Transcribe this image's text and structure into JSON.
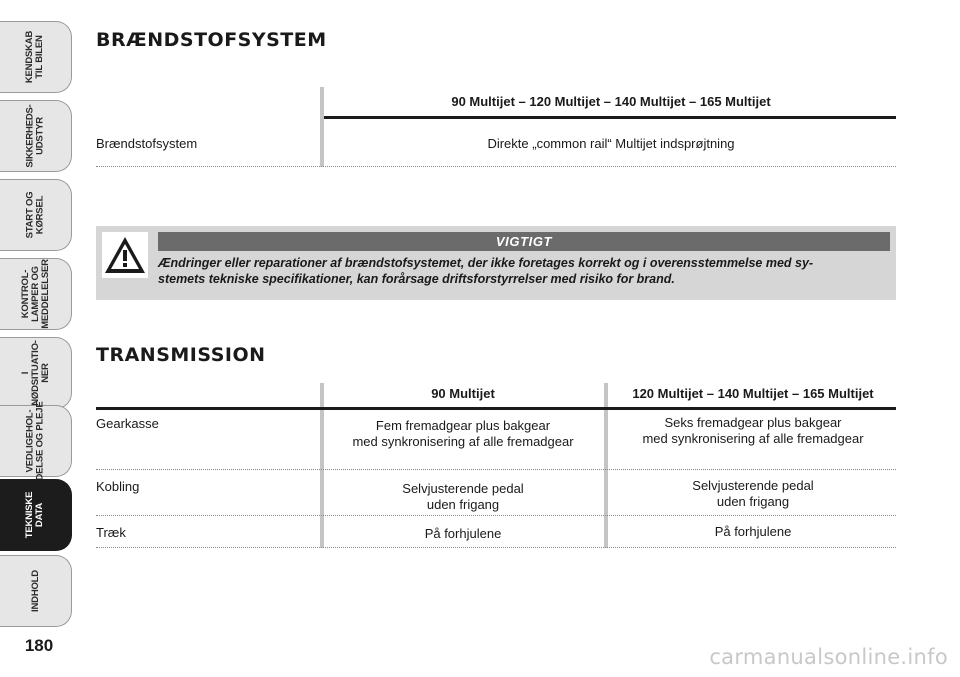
{
  "sidebar": {
    "tabs": [
      {
        "label": "KENDSKAB\nTIL BILEN",
        "active": false
      },
      {
        "label": "SIKKERHEDS-\nUDSTYR",
        "active": false
      },
      {
        "label": "START OG\nKØRSEL",
        "active": false
      },
      {
        "label": "KONTROL-\nLAMPER OG\nMEDDELELSER",
        "active": false
      },
      {
        "label": "I\nNØDSITUATIO-\nNER",
        "active": false
      },
      {
        "label": "VEDLIGEHOL-\nDELSE OG PLEJE",
        "active": false
      },
      {
        "label": "TEKNISKE\nDATA",
        "active": true
      },
      {
        "label": "INDHOLD",
        "active": false
      }
    ],
    "page_number": "180"
  },
  "fuel_section": {
    "title": "BRÆNDSTOFSYSTEM",
    "column_header": "90 Multijet – 120 Multijet – 140 Multijet – 165 Multijet",
    "row_label": "Brændstofsystem",
    "row_value": "Direkte „common rail“ Multijet indsprøjtning"
  },
  "warning": {
    "banner": "VIGTIGT",
    "icon": "warning-triangle-icon",
    "text": "Ændringer eller reparationer af brændstofsystemet, der ikke foretages korrekt og i overensstemmelse med sy-\nstemets tekniske specifikationer, kan forårsage driftsforstyrrelser med risiko for brand."
  },
  "transmission_section": {
    "title": "TRANSMISSION",
    "headers": [
      "90 Multijet",
      "120 Multijet – 140 Multijet – 165 Multijet"
    ],
    "rows": [
      {
        "label": "Gearkasse",
        "col1": "Fem fremadgear plus bakgear\nmed synkronisering af alle fremadgear",
        "col2": "Seks fremadgear plus bakgear\nmed synkronisering af alle fremadgear"
      },
      {
        "label": "Kobling",
        "col1": "Selvjusterende pedal\nuden frigang",
        "col2": "Selvjusterende pedal\nuden frigang"
      },
      {
        "label": "Træk",
        "col1": "På forhjulene",
        "col2": "På forhjulene"
      }
    ]
  },
  "colors": {
    "active_tab": "#1c1c1c",
    "inactive_tab": "#e6e6e6",
    "warning_box": "#d6d6d6",
    "warning_banner": "#6b6b6b",
    "column_divider": "#c4c4c4"
  },
  "watermark": "carmanualsonline.info"
}
